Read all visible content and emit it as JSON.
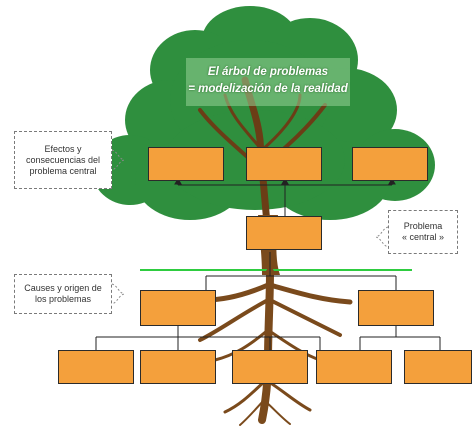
{
  "title": {
    "line1": "El árbol de problemas",
    "line2": "= modelización de la realidad"
  },
  "callouts": {
    "effects": "Efectos y\nconsecuencias del\nproblema central",
    "central_problem": "Problema\n« central »",
    "causes": "Causes y origen de\nlos problemas"
  },
  "colors": {
    "foliage": "#2e8b3d",
    "trunk": "#7a4a1c",
    "box_fill": "#f4a03c",
    "ground_line": "#2ecc40"
  }
}
